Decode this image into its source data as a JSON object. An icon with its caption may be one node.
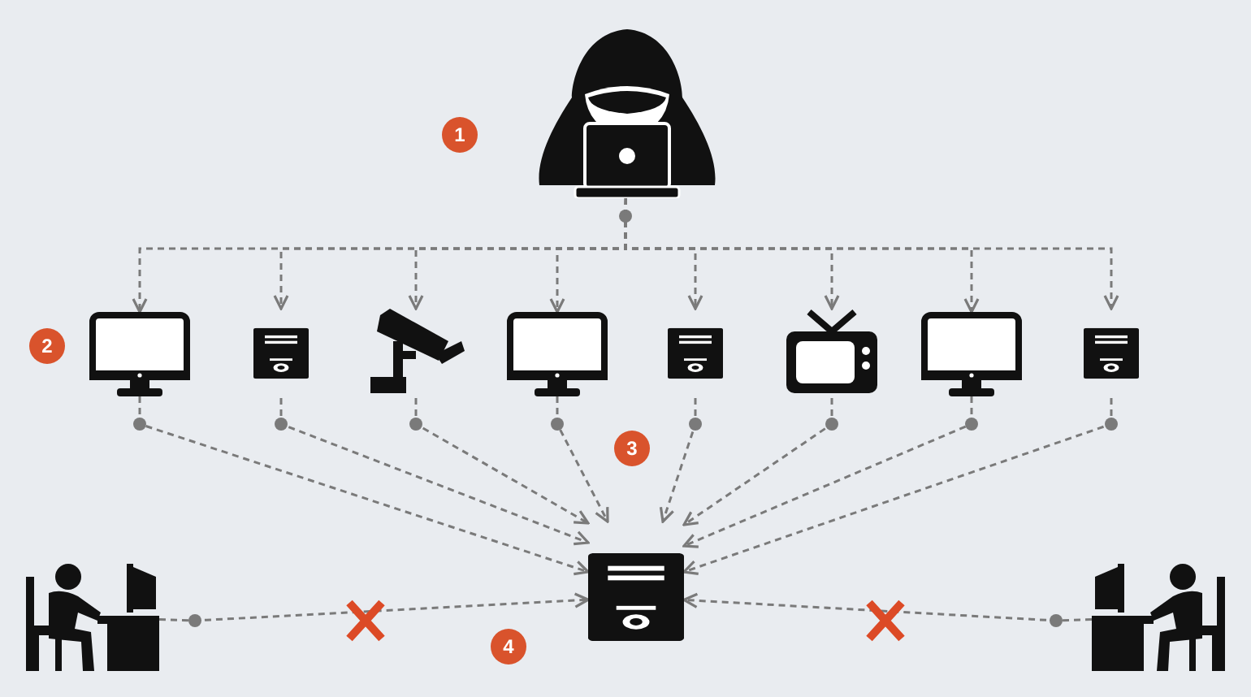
{
  "diagram": {
    "nodes": [
      {
        "text": [],
        "shape": "person"
      },
      {
        "text": [],
        "shape": "monitor"
      },
      {
        "text": [],
        "shape": "tower"
      },
      {
        "text": [],
        "shape": "camera"
      },
      {
        "text": [],
        "shape": "monitor"
      },
      {
        "text": [],
        "shape": "tower"
      },
      {
        "text": [],
        "shape": "tv"
      },
      {
        "text": [],
        "shape": "monitor"
      },
      {
        "text": [],
        "shape": "tower"
      },
      {
        "text": [],
        "shape": "server"
      },
      {
        "text": [],
        "shape": "person"
      },
      {
        "text": [],
        "shape": "person"
      }
    ],
    "edges": [
      {
        "from": 0,
        "to": 1,
        "arrow": "to",
        "style": "dashed"
      },
      {
        "from": 0,
        "to": 2,
        "arrow": "to",
        "style": "dashed"
      },
      {
        "from": 0,
        "to": 3,
        "arrow": "to",
        "style": "dashed"
      },
      {
        "from": 0,
        "to": 4,
        "arrow": "to",
        "style": "dashed"
      },
      {
        "from": 0,
        "to": 5,
        "arrow": "to",
        "style": "dashed"
      },
      {
        "from": 0,
        "to": 6,
        "arrow": "to",
        "style": "dashed"
      },
      {
        "from": 0,
        "to": 7,
        "arrow": "to",
        "style": "dashed"
      },
      {
        "from": 0,
        "to": 8,
        "arrow": "to",
        "style": "dashed"
      },
      {
        "from": 1,
        "to": 9,
        "arrow": "to",
        "style": "dashed"
      },
      {
        "from": 2,
        "to": 9,
        "arrow": "to",
        "style": "dashed"
      },
      {
        "from": 3,
        "to": 9,
        "arrow": "to",
        "style": "dashed"
      },
      {
        "from": 4,
        "to": 9,
        "arrow": "to",
        "style": "dashed"
      },
      {
        "from": 5,
        "to": 9,
        "arrow": "to",
        "style": "dashed"
      },
      {
        "from": 6,
        "to": 9,
        "arrow": "to",
        "style": "dashed"
      },
      {
        "from": 7,
        "to": 9,
        "arrow": "to",
        "style": "dashed"
      },
      {
        "from": 8,
        "to": 9,
        "arrow": "to",
        "style": "dashed"
      },
      {
        "from": 10,
        "to": 9,
        "arrow": "to",
        "style": "dashed"
      },
      {
        "from": 11,
        "to": 9,
        "arrow": "to",
        "style": "dashed"
      }
    ],
    "labels": [
      "1",
      "2",
      "3",
      "4"
    ]
  }
}
